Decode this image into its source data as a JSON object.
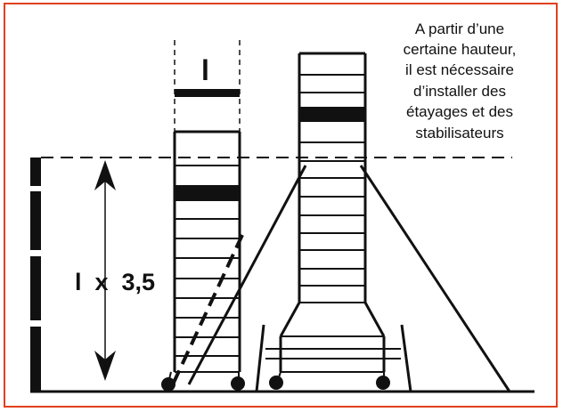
{
  "diagram": {
    "width_symbol": "l",
    "ratio_label": "l  x  3,5",
    "note_lines": [
      "A partir d’une",
      "certaine hauteur,",
      "il est nécessaire",
      "d’installer des",
      "étayages et des",
      "stabilisateurs"
    ],
    "colors": {
      "frame_border": "#e0401c",
      "lines": "#111111",
      "background": "#ffffff"
    }
  }
}
